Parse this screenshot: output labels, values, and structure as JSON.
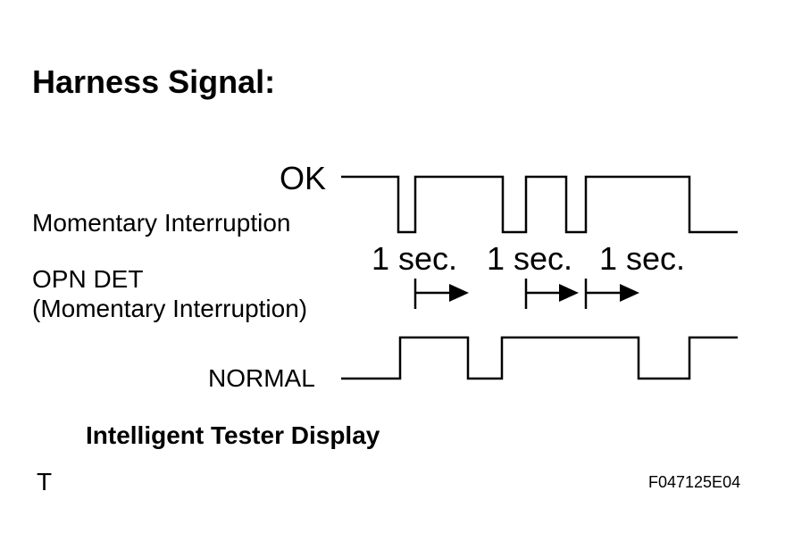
{
  "title": "Harness Signal:",
  "labels": {
    "ok": "OK",
    "momentary": "Momentary Interruption",
    "opn_det_line1": "OPN DET",
    "opn_det_line2": "(Momentary Interruption)",
    "normal": "NORMAL"
  },
  "durations": [
    "1 sec.",
    "1 sec.",
    "1 sec."
  ],
  "caption": "Intelligent Tester Display",
  "corner_mark": "T",
  "figure_id": "F047125E04"
}
